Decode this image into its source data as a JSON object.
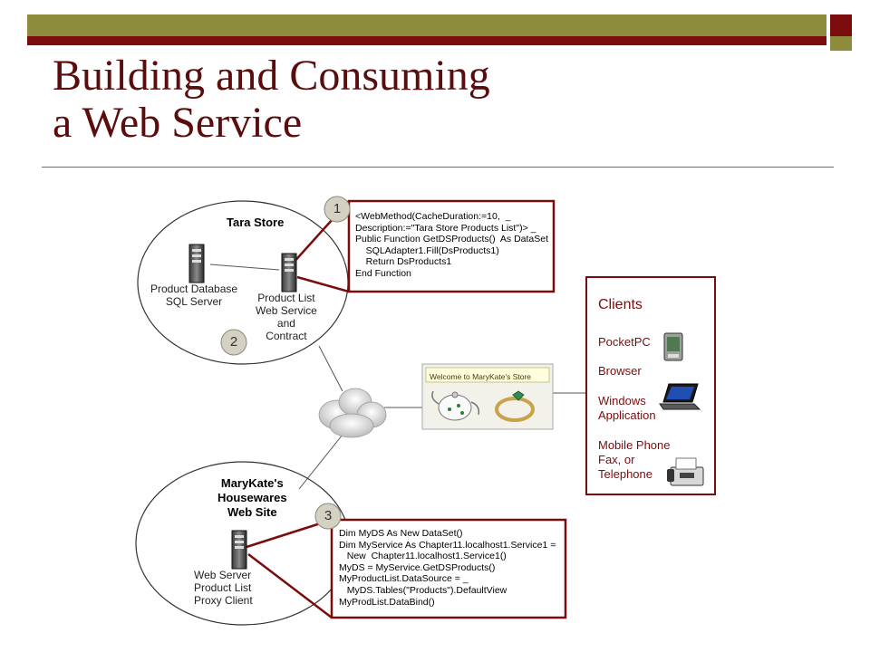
{
  "slide": {
    "title_line1": "Building and Consuming",
    "title_line2": "a Web Service"
  },
  "tara_store": {
    "label": "Tara Store",
    "database_label": [
      "Product Database",
      "SQL Server"
    ],
    "service_label": [
      "Product List",
      "Web Service",
      "and",
      "Contract"
    ]
  },
  "marykate_site": {
    "label": [
      "MaryKate's",
      "Housewares",
      "Web Site"
    ],
    "server_label": [
      "Web Server",
      "Product List",
      "Proxy Client"
    ]
  },
  "step_badges": [
    "1",
    "2",
    "3"
  ],
  "code_box_1": [
    "<WebMethod(CacheDuration:=10,  _",
    "Description:=\"Tara Store Products List\")> _",
    "Public Function GetDSProducts()  As DataSet",
    "    SQLAdapter1.Fill(DsProducts1)",
    "    Return DsProducts1",
    "End Function"
  ],
  "code_box_3": [
    "Dim MyDS As New DataSet()",
    "Dim MyService As Chapter11.localhost1.Service1 =",
    "   New  Chapter11.localhost1.Service1()",
    "MyDS = MyService.GetDSProducts()",
    "MyProductList.DataSource = _",
    "   MyDS.Tables(\"Products\").DefaultView",
    "MyProdList.DataBind()"
  ],
  "store_window": {
    "banner": "Welcome to MaryKate's Store"
  },
  "clients": {
    "title": "Clients",
    "items": [
      "PocketPC",
      "Browser",
      "Windows Application",
      "Mobile Phone Fax, or Telephone"
    ],
    "windows_lines": [
      "Windows",
      "Application"
    ],
    "mobile_lines": [
      "Mobile Phone",
      "Fax, or",
      "Telephone"
    ]
  },
  "colors": {
    "accent_red": "#7a0c0c",
    "olive": "#8c8c3c",
    "title": "#5a0d0d"
  }
}
